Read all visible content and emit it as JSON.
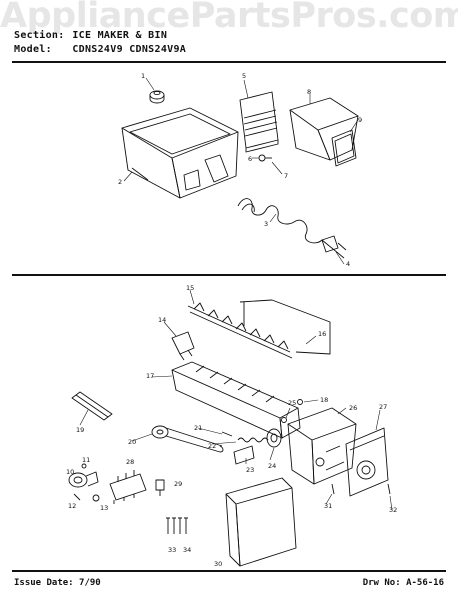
{
  "watermark": "AppliancePartsPros.com",
  "header": {
    "section_label": "Section:",
    "section_value": "ICE MAKER & BIN",
    "model_label": "Model:",
    "model_value": "CDNS24V9   CDNS24V9A"
  },
  "footer": {
    "issue_date": "Issue Date: 7/90",
    "drawing_no": "Drw No: A-56-16"
  },
  "callouts": [
    "1",
    "2",
    "3",
    "4",
    "5",
    "6",
    "7",
    "8",
    "9",
    "15",
    "14",
    "16",
    "17",
    "18",
    "19",
    "20",
    "21",
    "22",
    "23",
    "24",
    "25",
    "26",
    "27",
    "10",
    "11",
    "12",
    "13",
    "28",
    "29",
    "30",
    "31",
    "32",
    "33",
    "34"
  ]
}
